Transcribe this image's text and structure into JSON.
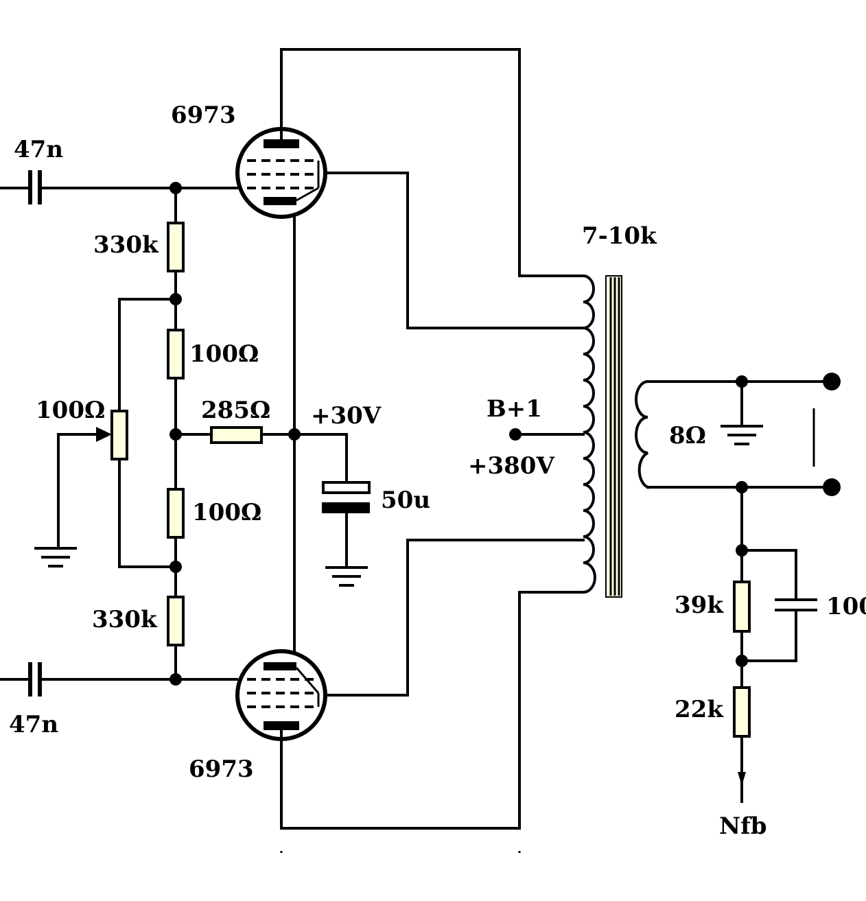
{
  "labels": {
    "tube_top": "6973",
    "tube_bottom": "6973",
    "cap_in_top": "47n",
    "cap_in_bottom": "47n",
    "res_grid_top": "330k",
    "res_grid_bottom": "330k",
    "res_bal_top": "100Ω",
    "res_bal_bottom": "100Ω",
    "pot_bal": "100Ω",
    "res_cathode": "285Ω",
    "cathode_voltage": "+30V",
    "cap_cathode": "50u",
    "transformer_primary": "7-10k",
    "bplus_label": "B+1",
    "bplus_voltage": "+380V",
    "speaker_impedance": "8Ω",
    "res_fb_39k": "39k",
    "cap_fb": "100",
    "res_fb_22k": "22k",
    "feedback_out": "Nfb"
  }
}
